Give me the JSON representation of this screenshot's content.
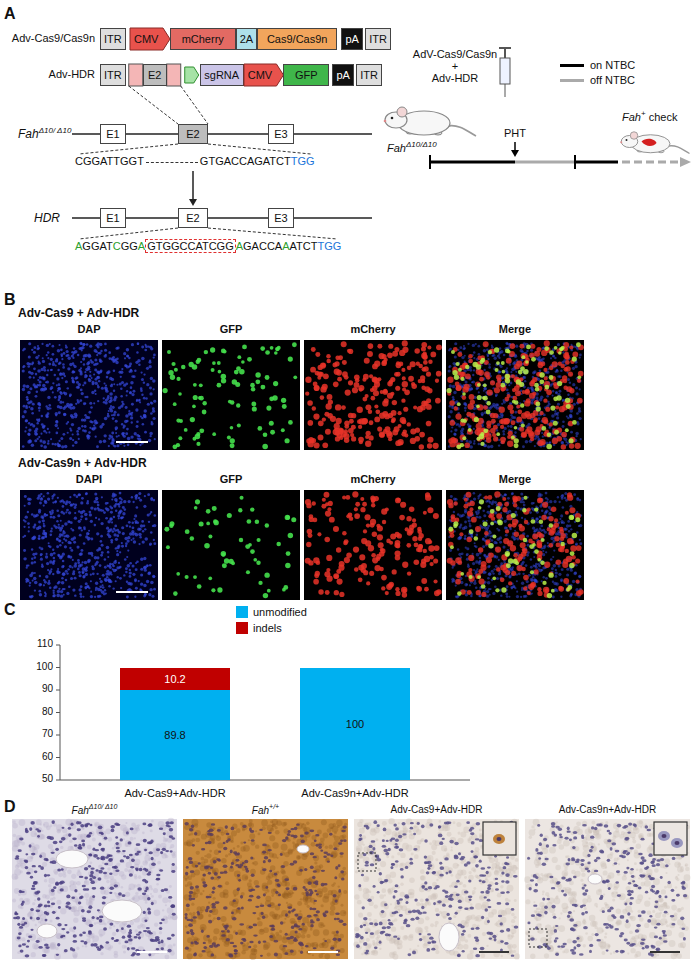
{
  "diagram": {
    "nodes": [
      {
        "text": [
          "ITR"
        ]
      },
      {
        "text": [
          "CMV"
        ]
      },
      {
        "text": [
          "mCherry"
        ]
      },
      {
        "text": [
          "2A"
        ]
      },
      {
        "text": [
          "Cas9/Cas9n"
        ]
      },
      {
        "text": [
          "pA"
        ]
      },
      {
        "text": [
          "ITR"
        ]
      },
      {
        "text": [
          "ITR"
        ]
      },
      {
        "text": [
          "E2"
        ]
      },
      {
        "text": [
          "sgRNA"
        ]
      },
      {
        "text": [
          "CMV"
        ]
      },
      {
        "text": [
          "GFP"
        ]
      },
      {
        "text": [
          "pA"
        ]
      },
      {
        "text": [
          "ITR"
        ]
      },
      {
        "text": [
          "E1"
        ]
      },
      {
        "text": [
          "E2"
        ]
      },
      {
        "text": [
          "E3"
        ]
      },
      {
        "text": [
          "E1"
        ]
      },
      {
        "text": [
          "E2"
        ]
      },
      {
        "text": [
          "E3"
        ]
      },
      {
        "text": [
          "10.2"
        ]
      },
      {
        "text": [
          "89.8"
        ]
      },
      {
        "text": [
          "100"
        ]
      }
    ],
    "edges": [
      {
        "from": 8,
        "to": 15,
        "arrow": "none"
      },
      {
        "from": 8,
        "to": 15,
        "arrow": "none"
      }
    ],
    "labels": [
      "A",
      "Adv-Cas9/Cas9n",
      "Adv-HDR",
      "Fah",
      "Δ10/ Δ10",
      "CGGATTGGT",
      "GTGACCAGATCT",
      "TGG",
      "HDR",
      "A",
      "GGAT",
      "C",
      "GG",
      "A",
      "GTGGCCATCGG",
      "A",
      "GACCA",
      "A",
      "ATCT",
      "TGG",
      "AdV-Cas9/Cas9n",
      "+",
      "Adv-HDR",
      "Fah",
      "Δ10/Δ10",
      "PHT",
      "Fah",
      "+",
      "check",
      "B",
      "Adv-Cas9 + Adv-HDR",
      "DAP",
      "GFP",
      "mCherry",
      "Merge",
      "Adv-Cas9n + Adv-HDR",
      "DAPI",
      "GFP",
      "mCherry",
      "Merge",
      "C",
      "110",
      "100",
      "90",
      "80",
      "70",
      "60",
      "50",
      "Adv-Cas9+Adv-HDR",
      "Adv-Cas9n+Adv-HDR",
      "D",
      "Fah",
      "Δ10/ Δ10",
      "Fah",
      "+/+",
      "Adv-Cas9+Adv-HDR",
      "Adv-Cas9n+Adv-HDR"
    ],
    "legend": [
      {
        "text": "on NTBC"
      },
      {
        "text": "off NTBC"
      },
      {
        "text": "unmodified",
        "color": "#00b0f0"
      },
      {
        "text": "indels",
        "color": "#c00000"
      }
    ]
  }
}
